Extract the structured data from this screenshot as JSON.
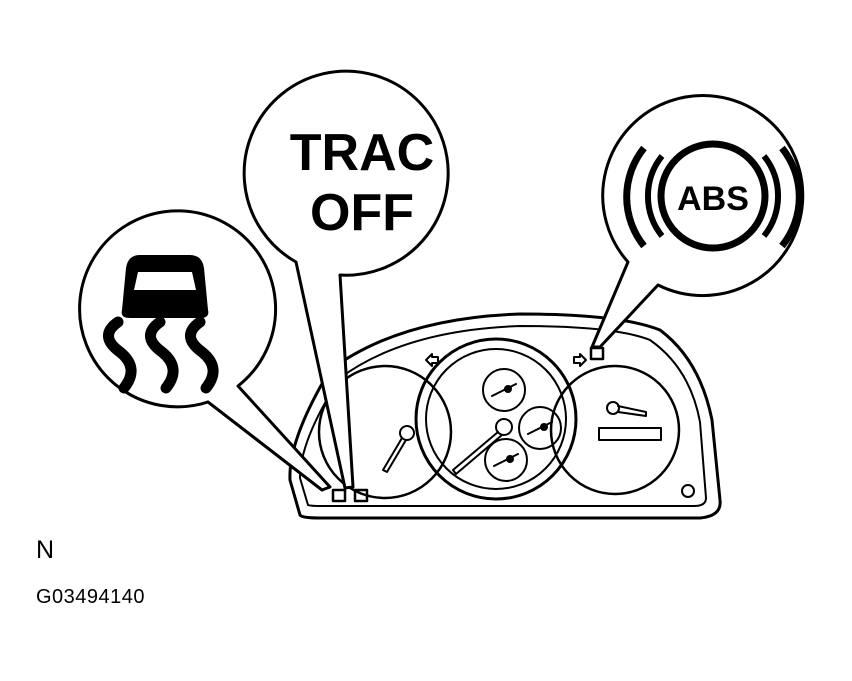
{
  "callouts": {
    "trac_off_line1": "TRAC",
    "trac_off_line2": "OFF",
    "abs": "ABS",
    "slip_icon": "car-skid-icon"
  },
  "codes": {
    "section": "N",
    "figure_id": "G03494140"
  },
  "colors": {
    "line": "#000000",
    "background": "#ffffff"
  }
}
